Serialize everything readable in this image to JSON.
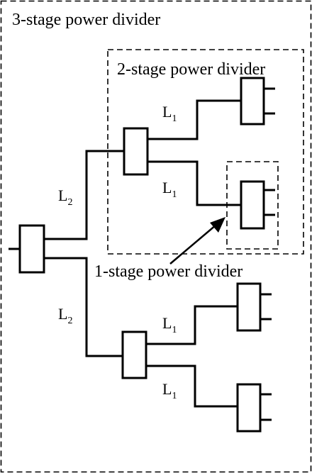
{
  "labels": {
    "stage3": "3-stage power divider",
    "stage2": "2-stage power divider",
    "stage1": "1-stage power divider"
  },
  "lines": {
    "l1": {
      "base": "L",
      "sub": "1"
    },
    "l2": {
      "base": "L",
      "sub": "2"
    }
  }
}
